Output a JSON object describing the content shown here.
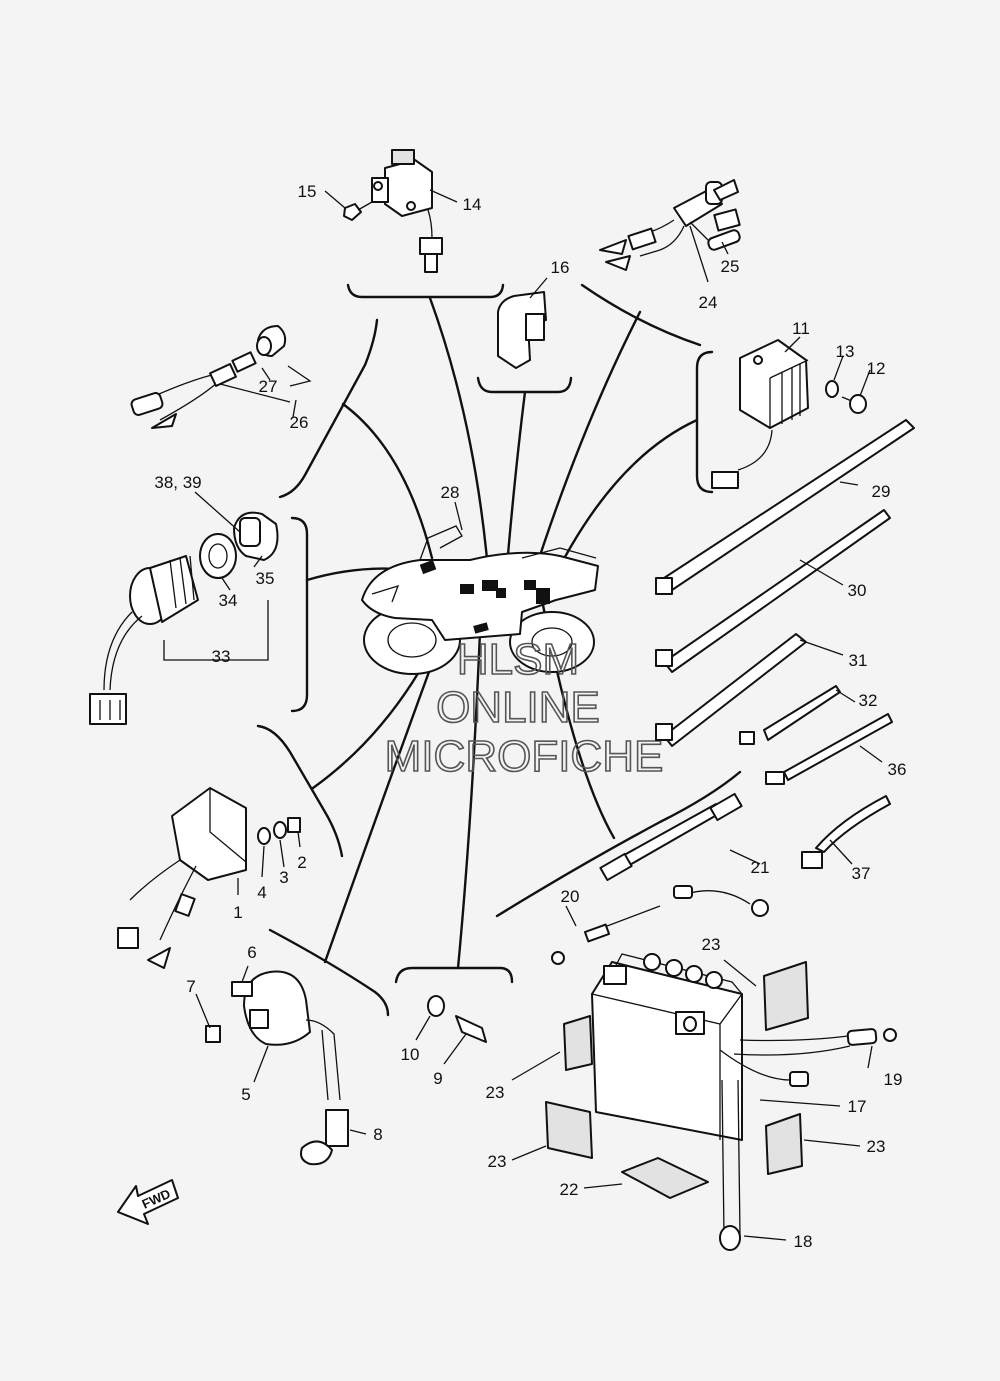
{
  "watermark": {
    "line1": "HLSM",
    "line2": "ONLINE",
    "line3": "MICROFICHE"
  },
  "fwd_marker": "FWD",
  "callouts": [
    {
      "id": "c1",
      "text": "1"
    },
    {
      "id": "c2",
      "text": "2"
    },
    {
      "id": "c3",
      "text": "3"
    },
    {
      "id": "c4",
      "text": "4"
    },
    {
      "id": "c5",
      "text": "5"
    },
    {
      "id": "c6",
      "text": "6"
    },
    {
      "id": "c7",
      "text": "7"
    },
    {
      "id": "c8",
      "text": "8"
    },
    {
      "id": "c9",
      "text": "9"
    },
    {
      "id": "c10",
      "text": "10"
    },
    {
      "id": "c11",
      "text": "11"
    },
    {
      "id": "c12",
      "text": "12"
    },
    {
      "id": "c13",
      "text": "13"
    },
    {
      "id": "c14",
      "text": "14"
    },
    {
      "id": "c15",
      "text": "15"
    },
    {
      "id": "c16",
      "text": "16"
    },
    {
      "id": "c17",
      "text": "17"
    },
    {
      "id": "c18",
      "text": "18"
    },
    {
      "id": "c19",
      "text": "19"
    },
    {
      "id": "c20",
      "text": "20"
    },
    {
      "id": "c21",
      "text": "21"
    },
    {
      "id": "c22",
      "text": "22"
    },
    {
      "id": "c23a",
      "text": "23"
    },
    {
      "id": "c23b",
      "text": "23"
    },
    {
      "id": "c23c",
      "text": "23"
    },
    {
      "id": "c23d",
      "text": "23"
    },
    {
      "id": "c24",
      "text": "24"
    },
    {
      "id": "c25",
      "text": "25"
    },
    {
      "id": "c26",
      "text": "26"
    },
    {
      "id": "c27",
      "text": "27"
    },
    {
      "id": "c28",
      "text": "28"
    },
    {
      "id": "c29",
      "text": "29"
    },
    {
      "id": "c30",
      "text": "30"
    },
    {
      "id": "c31",
      "text": "31"
    },
    {
      "id": "c32",
      "text": "32"
    },
    {
      "id": "c33",
      "text": "33"
    },
    {
      "id": "c34",
      "text": "34"
    },
    {
      "id": "c35",
      "text": "35"
    },
    {
      "id": "c36",
      "text": "36"
    },
    {
      "id": "c37",
      "text": "37"
    },
    {
      "id": "c3839",
      "text": "38, 39"
    }
  ]
}
